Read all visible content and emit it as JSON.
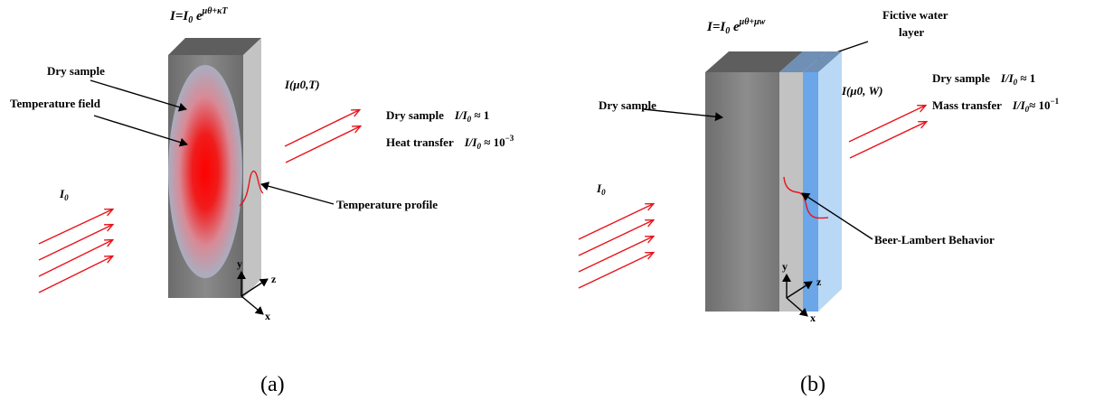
{
  "panel_a": {
    "equation_lhs": "I=I",
    "equation_sub": "0",
    "equation_e": " e",
    "equation_exp": "μθ+κT",
    "dry_sample_label": "Dry sample",
    "temperature_field_label": "Temperature field",
    "intensity_out": "I(μ0,T)",
    "intensity_in": "I",
    "intensity_in_sub": "0",
    "ratio_row1_name": "Dry sample",
    "ratio_row1_expr": "I/I",
    "ratio_row1_sub": "0",
    "ratio_row1_val": " ≈ 1",
    "ratio_row2_name": "Heat transfer",
    "ratio_row2_expr": "I/I",
    "ratio_row2_sub": "0",
    "ratio_row2_val": " ≈ 10",
    "ratio_row2_exp": "−3",
    "temperature_profile_label": "Temperature profile",
    "axis_x": "x",
    "axis_y": "y",
    "axis_z": "z",
    "caption": "(a)"
  },
  "panel_b": {
    "equation_lhs": "I=I",
    "equation_sub": "0",
    "equation_e": " e",
    "equation_exp": "μθ+μw",
    "fictive_label_line1": "Fictive water",
    "fictive_label_line2": "layer",
    "dry_sample_label": "Dry sample",
    "intensity_out": "I(μ0, W)",
    "intensity_in": "I",
    "intensity_in_sub": "0",
    "ratio_row1_name": "Dry sample",
    "ratio_row1_expr": "I/I",
    "ratio_row1_sub": "0",
    "ratio_row1_val": " ≈ 1",
    "ratio_row2_name": "Mass transfer",
    "ratio_row2_expr": "I/I",
    "ratio_row2_sub": "0",
    "ratio_row2_val": "≈ 10",
    "ratio_row2_exp": "−1",
    "beer_lambert_label": "Beer-Lambert Behavior",
    "axis_x": "x",
    "axis_y": "y",
    "axis_z": "z",
    "caption": "(b)"
  },
  "colors": {
    "beam": "#e8141b",
    "block_front": "#7a7a7a",
    "block_side": "#c2c2c2",
    "block_top": "#5e5e5e",
    "water_top": "#6f8fb5",
    "water_front": "#6aa6e8",
    "water_side": "#b9d8f5",
    "hot_spot": "#ff0000"
  }
}
